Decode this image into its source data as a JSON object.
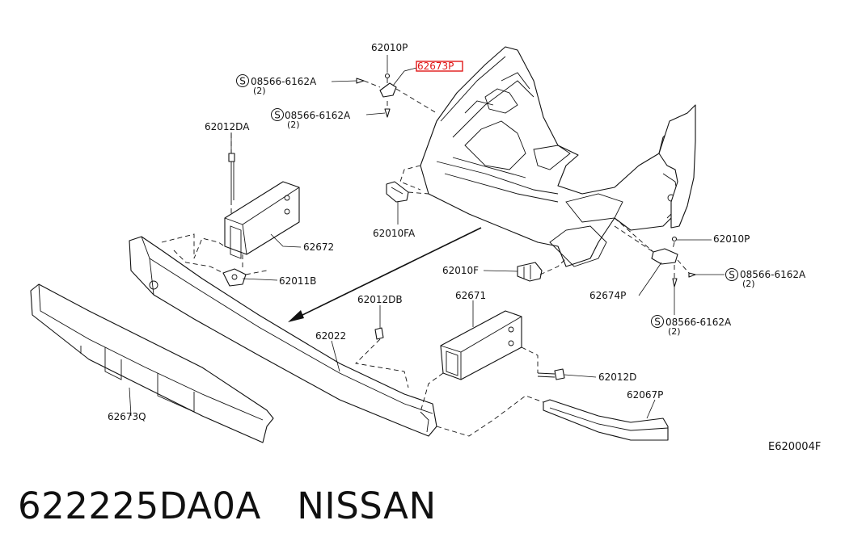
{
  "diagram": {
    "labels": {
      "p62010P_top": "62010P",
      "p62673P": "62673P",
      "bolt1": "08566-6162A",
      "bolt1_qty": "(2)",
      "bolt2": "08566-6162A",
      "bolt2_qty": "(2)",
      "p62012DA": "62012DA",
      "p62672": "62672",
      "p62011B": "62011B",
      "p62010FA": "62010FA",
      "p62010F": "62010F",
      "p62012DB": "62012DB",
      "p62022": "62022",
      "p62671": "62671",
      "p62012D": "62012D",
      "p62067P": "62067P",
      "p62673Q": "62673Q",
      "p62010P_right": "62010P",
      "bolt3": "08566-6162A",
      "bolt3_qty": "(2)",
      "p62674P": "62674P",
      "bolt4": "08566-6162A",
      "bolt4_qty": "(2)",
      "code": "E620004F",
      "s_mark": "S"
    },
    "highlight_color": "#e01818"
  },
  "footer": {
    "part_number": "622225DA0A",
    "brand": "NISSAN"
  }
}
